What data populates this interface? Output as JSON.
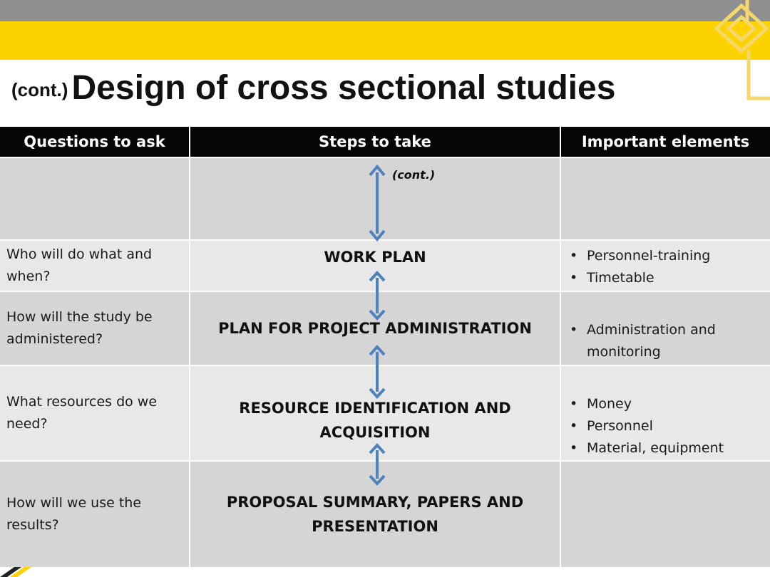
{
  "slide": {
    "title_prefix": "(cont.)",
    "title": "Design of cross sectional studies",
    "cont_note": "(cont.)"
  },
  "table": {
    "headers": [
      "Questions to ask",
      "Steps to take",
      "Important elements"
    ],
    "rows": [
      {
        "question": "",
        "step": "",
        "elements": []
      },
      {
        "question": "Who will do what and when?",
        "step": "WORK PLAN",
        "elements": [
          "Personnel-training",
          "Timetable"
        ]
      },
      {
        "question": "How will the study be administered?",
        "step": "PLAN FOR PROJECT ADMINISTRATION",
        "elements": [
          "Administration and monitoring"
        ]
      },
      {
        "question": "What resources do we need?",
        "step": "RESOURCE IDENTIFICATION AND ACQUISITION",
        "elements": [
          "Money",
          "Personnel",
          "Material, equipment"
        ]
      },
      {
        "question": "How will we use the results?",
        "step": "PROPOSAL SUMMARY, PAPERS AND PRESENTATION",
        "elements": []
      }
    ]
  },
  "colors": {
    "accent_yellow": "#fcd200",
    "header_bg": "#050505",
    "arrow_blue": "#4f81bd",
    "row_dark": "#d5d5d5",
    "row_light": "#e8e8e8"
  }
}
